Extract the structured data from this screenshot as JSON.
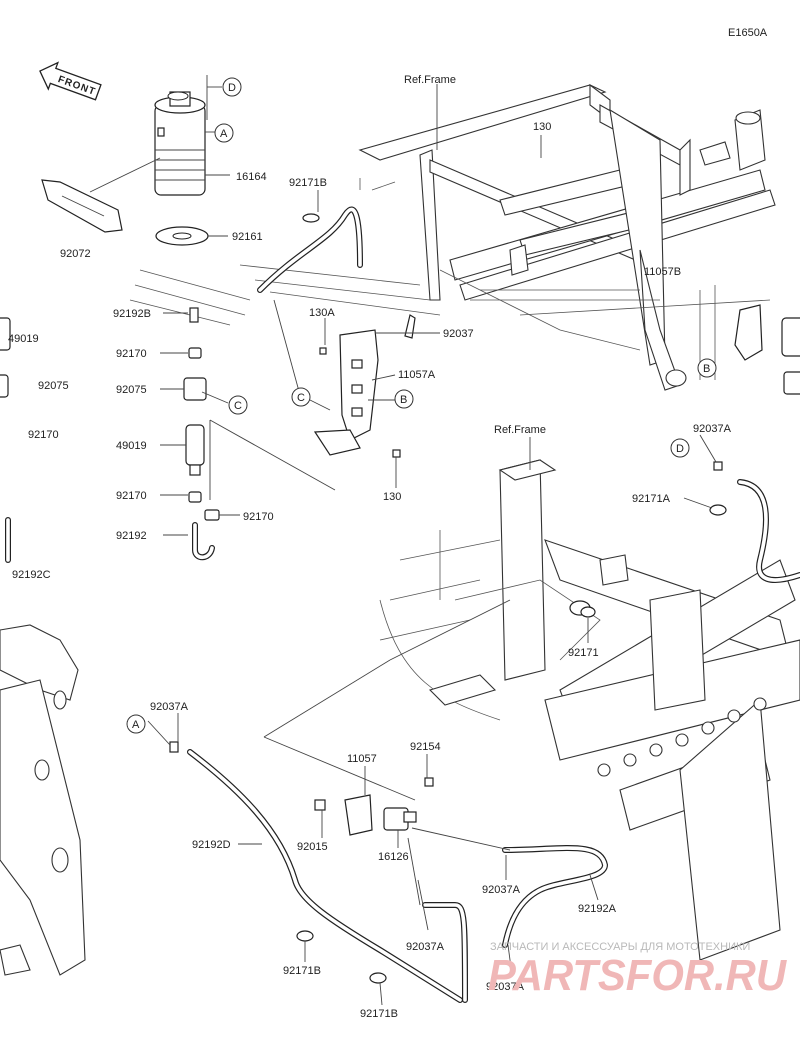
{
  "diagram_code": "E1650A",
  "front_label": "FRONT",
  "ref_frame_labels": [
    "Ref.Frame",
    "Ref.Frame"
  ],
  "circle_refs": [
    "D",
    "A",
    "C",
    "C",
    "B",
    "B",
    "D",
    "A"
  ],
  "part_labels": {
    "p16164": "16164",
    "p92171B_top": "92171B",
    "p92161": "92161",
    "p92072": "92072",
    "p130_top": "130",
    "p11057B": "11057B",
    "p92192B": "92192B",
    "p130A": "130A",
    "p92037": "92037",
    "p49019_left": "49019",
    "p92170_a": "92170",
    "p11057A": "11057A",
    "p92075_left": "92075",
    "p92075": "92075",
    "p92170_left": "92170",
    "p49019": "49019",
    "p130_mid": "130",
    "p92170_b": "92170",
    "p92170_c": "92170",
    "p92192": "92192",
    "p92192C": "92192C",
    "p92037A_right": "92037A",
    "p92171A": "92171A",
    "p92171": "92171",
    "p92037A_left": "92037A",
    "p11057": "11057",
    "p92154": "92154",
    "p92192D": "92192D",
    "p92015": "92015",
    "p16126": "16126",
    "p92037A_b": "92037A",
    "p92192A": "92192A",
    "p92037A_c": "92037A",
    "p92171B_b": "92171B",
    "p92037A_d": "92037A",
    "p92171B_c": "92171B"
  },
  "watermark": {
    "line1": "ЗАПЧАСТИ И АКСЕССУАРЫ ДЛЯ МОТОТЕХНИКИ",
    "line2": "PARTSFOR.RU"
  }
}
